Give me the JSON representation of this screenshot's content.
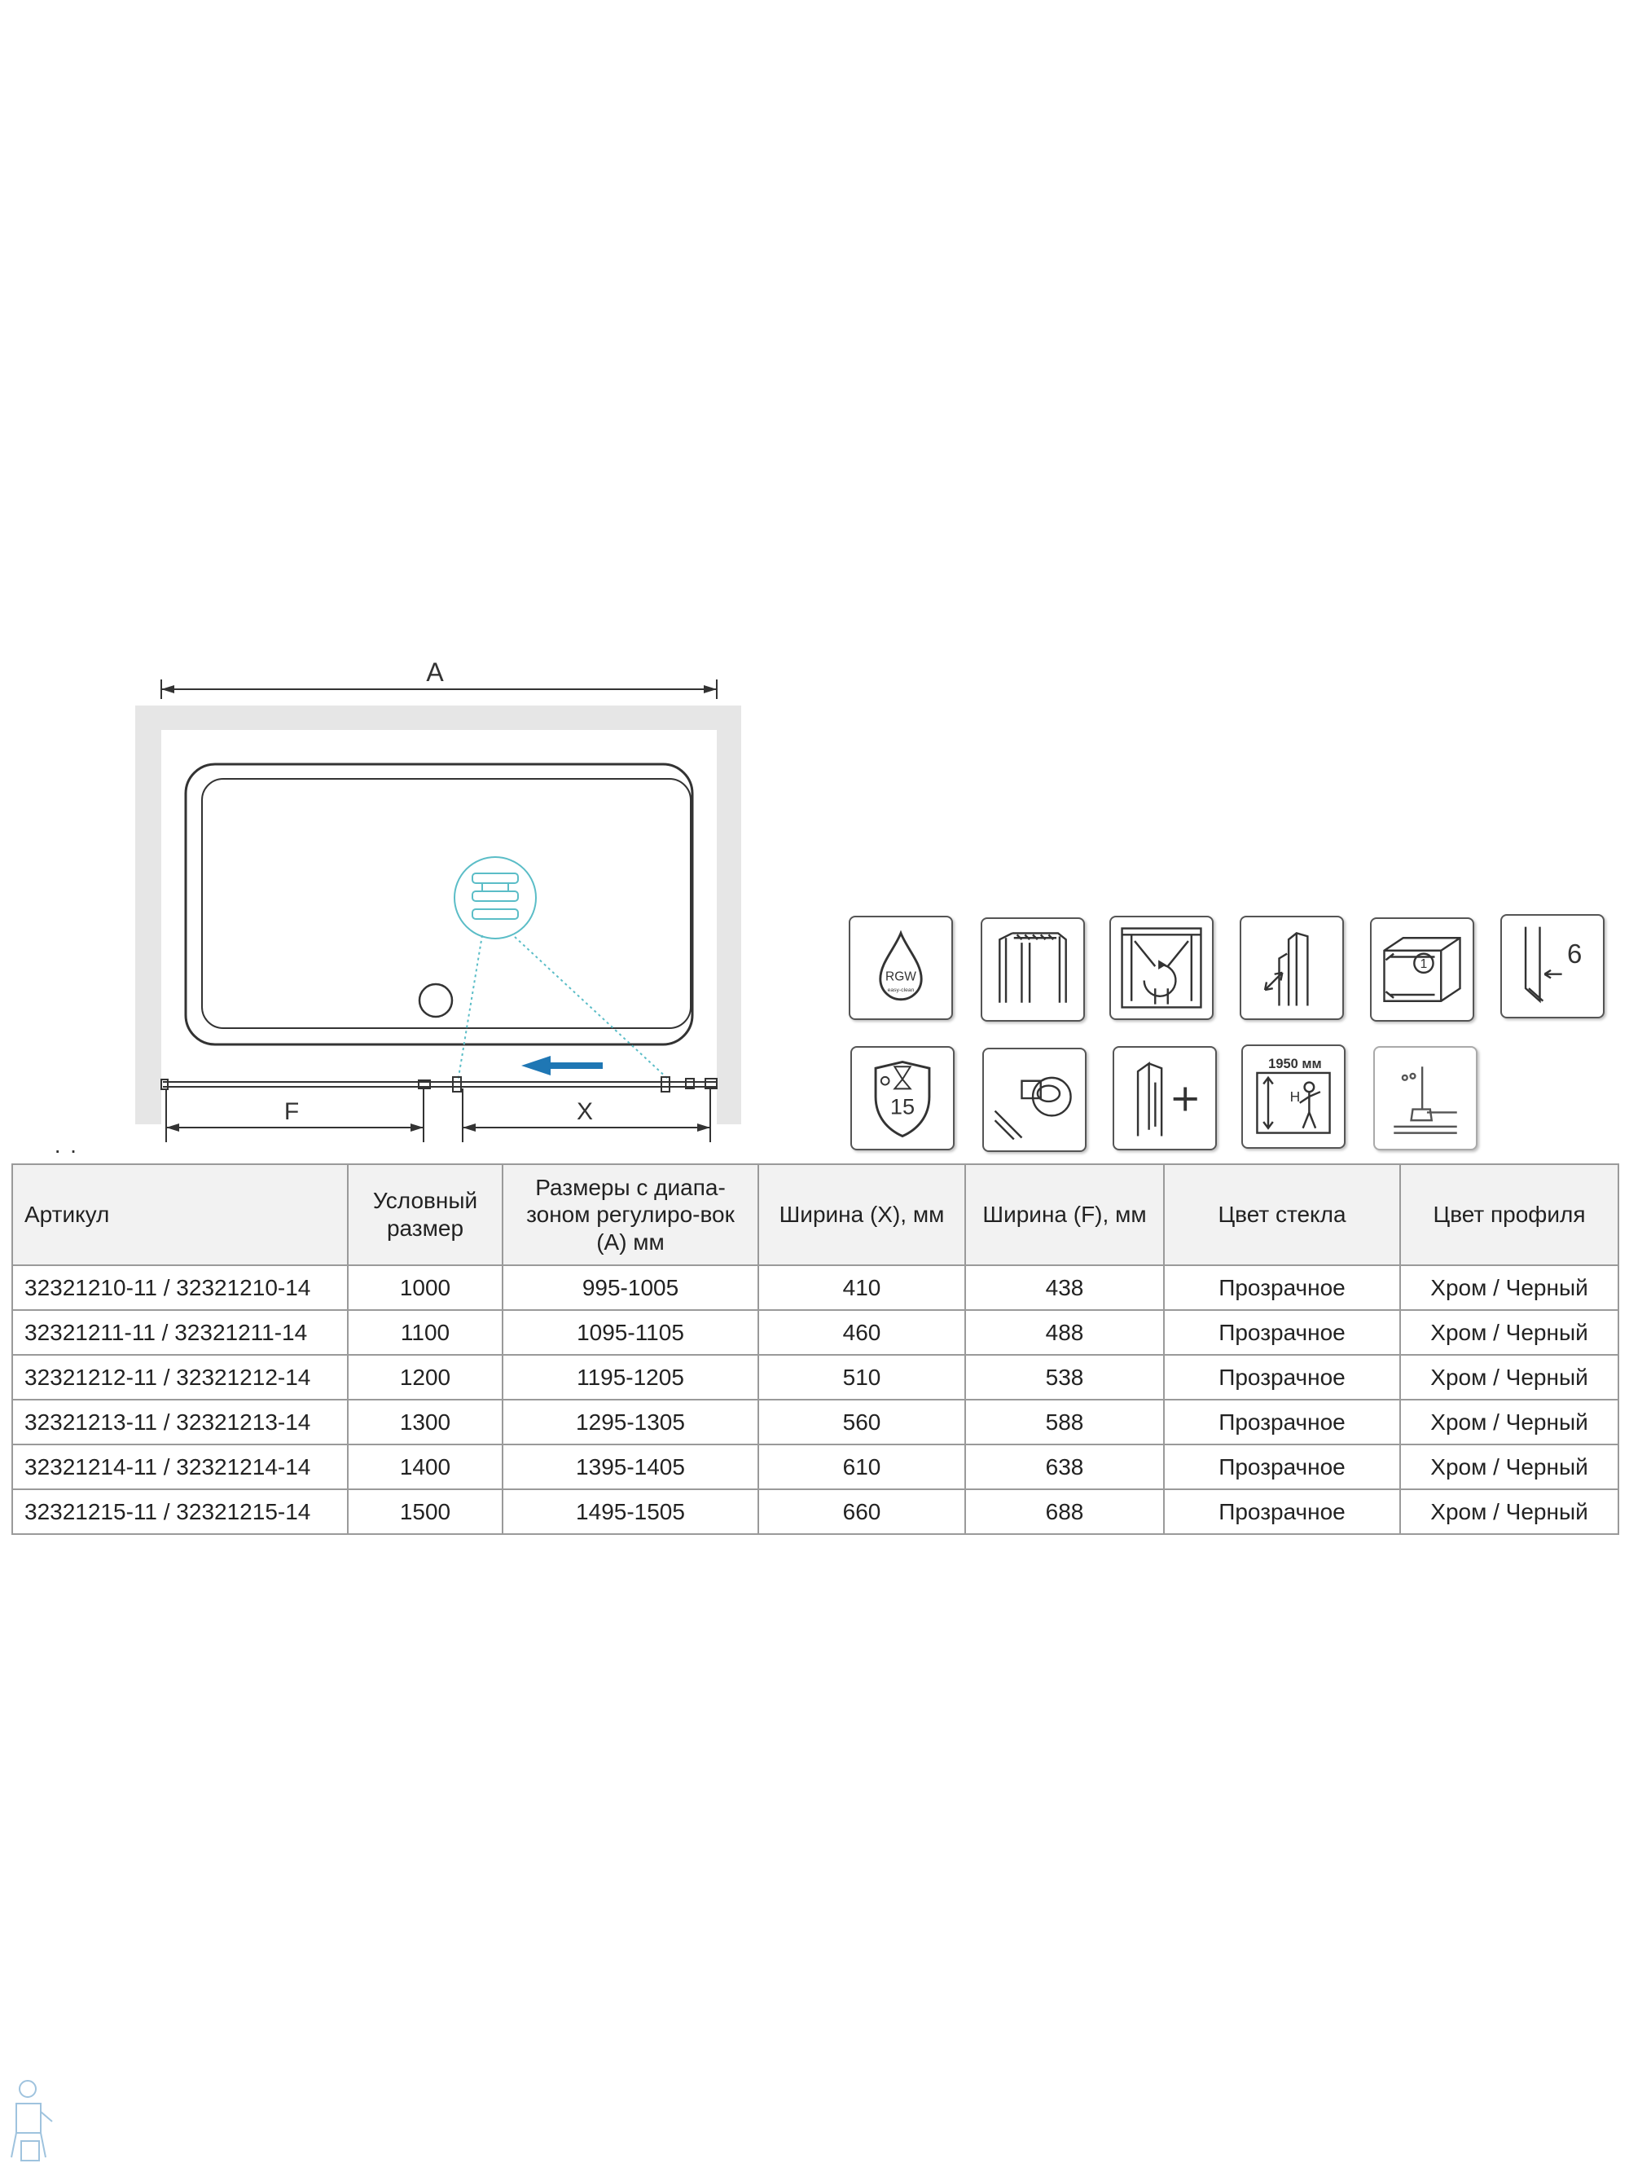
{
  "diagram": {
    "label_a": "A",
    "label_f": "F",
    "label_x": "X"
  },
  "icons": {
    "rgw": {
      "brand": "RGW",
      "sub": "easy-clean"
    },
    "warranty_years": "15",
    "height_label": "1950 мм",
    "height_symbol": "H",
    "glass_thickness": "6",
    "side_number": "1"
  },
  "table": {
    "headers": [
      "Артикул",
      "Условный размер",
      "Размеры с диапа-зоном регулиро-вок (А) мм",
      "Ширина (X), мм",
      "Ширина (F), мм",
      "Цвет стекла",
      "Цвет профиля"
    ],
    "rows": [
      [
        "32321210-11 / 32321210-14",
        "1000",
        "995-1005",
        "410",
        "438",
        "Прозрачное",
        "Хром / Черный"
      ],
      [
        "32321211-11 / 32321211-14",
        "1100",
        "1095-1105",
        "460",
        "488",
        "Прозрачное",
        "Хром / Черный"
      ],
      [
        "32321212-11 / 32321212-14",
        "1200",
        "1195-1205",
        "510",
        "538",
        "Прозрачное",
        "Хром / Черный"
      ],
      [
        "32321213-11 / 32321213-14",
        "1300",
        "1295-1305",
        "560",
        "588",
        "Прозрачное",
        "Хром / Черный"
      ],
      [
        "32321214-11 / 32321214-14",
        "1400",
        "1395-1405",
        "610",
        "638",
        "Прозрачное",
        "Хром / Черный"
      ],
      [
        "32321215-11 / 32321215-14",
        "1500",
        "1495-1505",
        "660",
        "688",
        "Прозрачное",
        "Хром / Черный"
      ]
    ]
  },
  "colors": {
    "accent": "#1f77b4",
    "callout": "#5bbdc7",
    "wall": "#e6e6e6",
    "table_header_bg": "#f2f2f2",
    "border": "#9a9a9a"
  }
}
